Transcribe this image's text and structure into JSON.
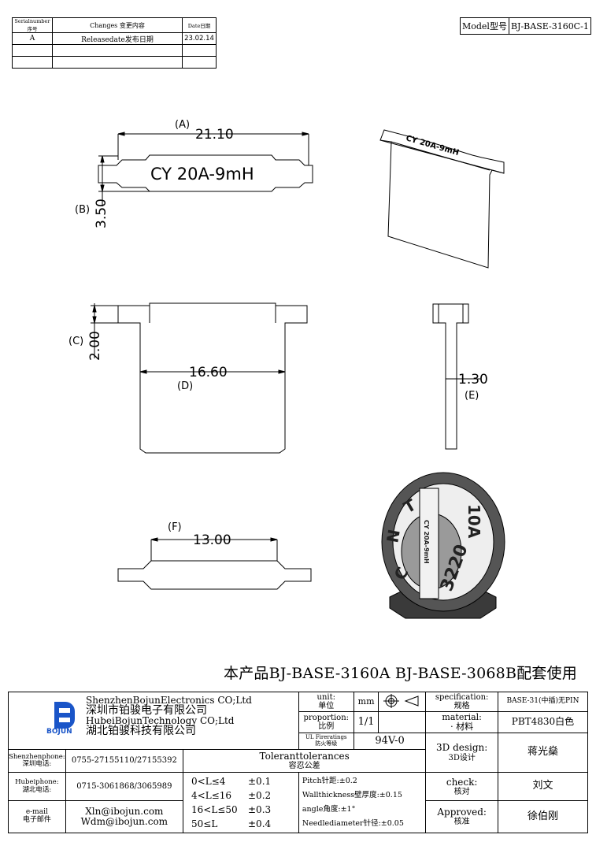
{
  "revision_table": {
    "headers": [
      "Serialnumber序号",
      "Changes 变更内容",
      "Date日期"
    ],
    "rows": [
      [
        "A",
        "Releasedate发布日期",
        "23.02.14"
      ],
      [
        "",
        "",
        ""
      ],
      [
        "",
        "",
        ""
      ]
    ]
  },
  "model": {
    "label": "Model型号",
    "value": "BJ-BASE-3160C-1"
  },
  "drawing": {
    "marking": "CY 20A-9mH",
    "iso_marking": "CY 20A-9mH",
    "dims": {
      "a_letter": "(A)",
      "a_value": "21.10",
      "b_letter": "(B)",
      "b_value": "3.50",
      "c_letter": "(C)",
      "c_value": "2.00",
      "d_letter": "(D)",
      "d_value": "16.60",
      "e_letter": "(E)",
      "e_value": "1.30",
      "f_letter": "(F)",
      "f_value": "13.00"
    },
    "assembly_labels": [
      "C",
      "N",
      "T",
      "3220",
      "10A",
      "CY 20A-9mH"
    ]
  },
  "note": "本产品BJ-BASE-3160A BJ-BASE-3068B配套使用",
  "title_block": {
    "company_en1": "ShenzhenBojunElectronics CO;Ltd",
    "company_cn1": "深圳市铂骏电子有限公司",
    "company_en2": "HubeiBojunTechnology CO;Ltd",
    "company_cn2": "湖北铂骏科技有限公司",
    "logo_text": "BOJUN",
    "unit_label": "unit:",
    "unit_label_cn": "单位",
    "unit_value": "mm",
    "proportion_label": "proportion:",
    "proportion_label_cn": "比例",
    "proportion_value": "1/1",
    "fire_label": "UL Fireratings",
    "fire_label_cn": "防火等级",
    "fire_value": "94V-0",
    "spec_label": "specification:",
    "spec_label_cn": "规格",
    "spec_value": "BASE-31(中插)无PIN",
    "material_label": "material:",
    "material_label_cn": "材料",
    "material_dot": "·",
    "material_value": "PBT4830白色",
    "design_label": "3D design:",
    "design_label_cn": "3D设计",
    "design_value": "蒋光燊",
    "check_label": "check:",
    "check_label_cn": "核对",
    "check_value": "刘文",
    "approved_label": "Approved:",
    "approved_label_cn": "核准",
    "approved_value": "徐伯刚",
    "sz_phone_label": "Shenzhenphone:",
    "sz_phone_label_cn": "深圳电话:",
    "sz_phone": "0755-27155110/27155392",
    "hb_phone_label": "Hubeiphone:",
    "hb_phone_label_cn": "湖北电话:",
    "hb_phone": "0715-3061868/3065989",
    "email_label": "e-mail",
    "email_label_cn": "电子邮件",
    "email1": "Xln@ibojun.com",
    "email2": "Wdm@ibojun.com",
    "tol_title": "Toleranttolerances",
    "tol_title_cn": "容忍公差",
    "tolerances": [
      {
        "range": "0<L≤4",
        "value": "±0.1"
      },
      {
        "range": "4<L≤16",
        "value": "±0.2"
      },
      {
        "range": "16<L≤50",
        "value": "±0.3"
      },
      {
        "range": "50≤L",
        "value": "±0.4"
      }
    ],
    "pitch": "Pitch针距:±0.2",
    "wall": "Wallthickness壁厚度:±0.15",
    "angle": "angle角度:±1°",
    "needle": "Needlediameter针径:±0.05"
  }
}
